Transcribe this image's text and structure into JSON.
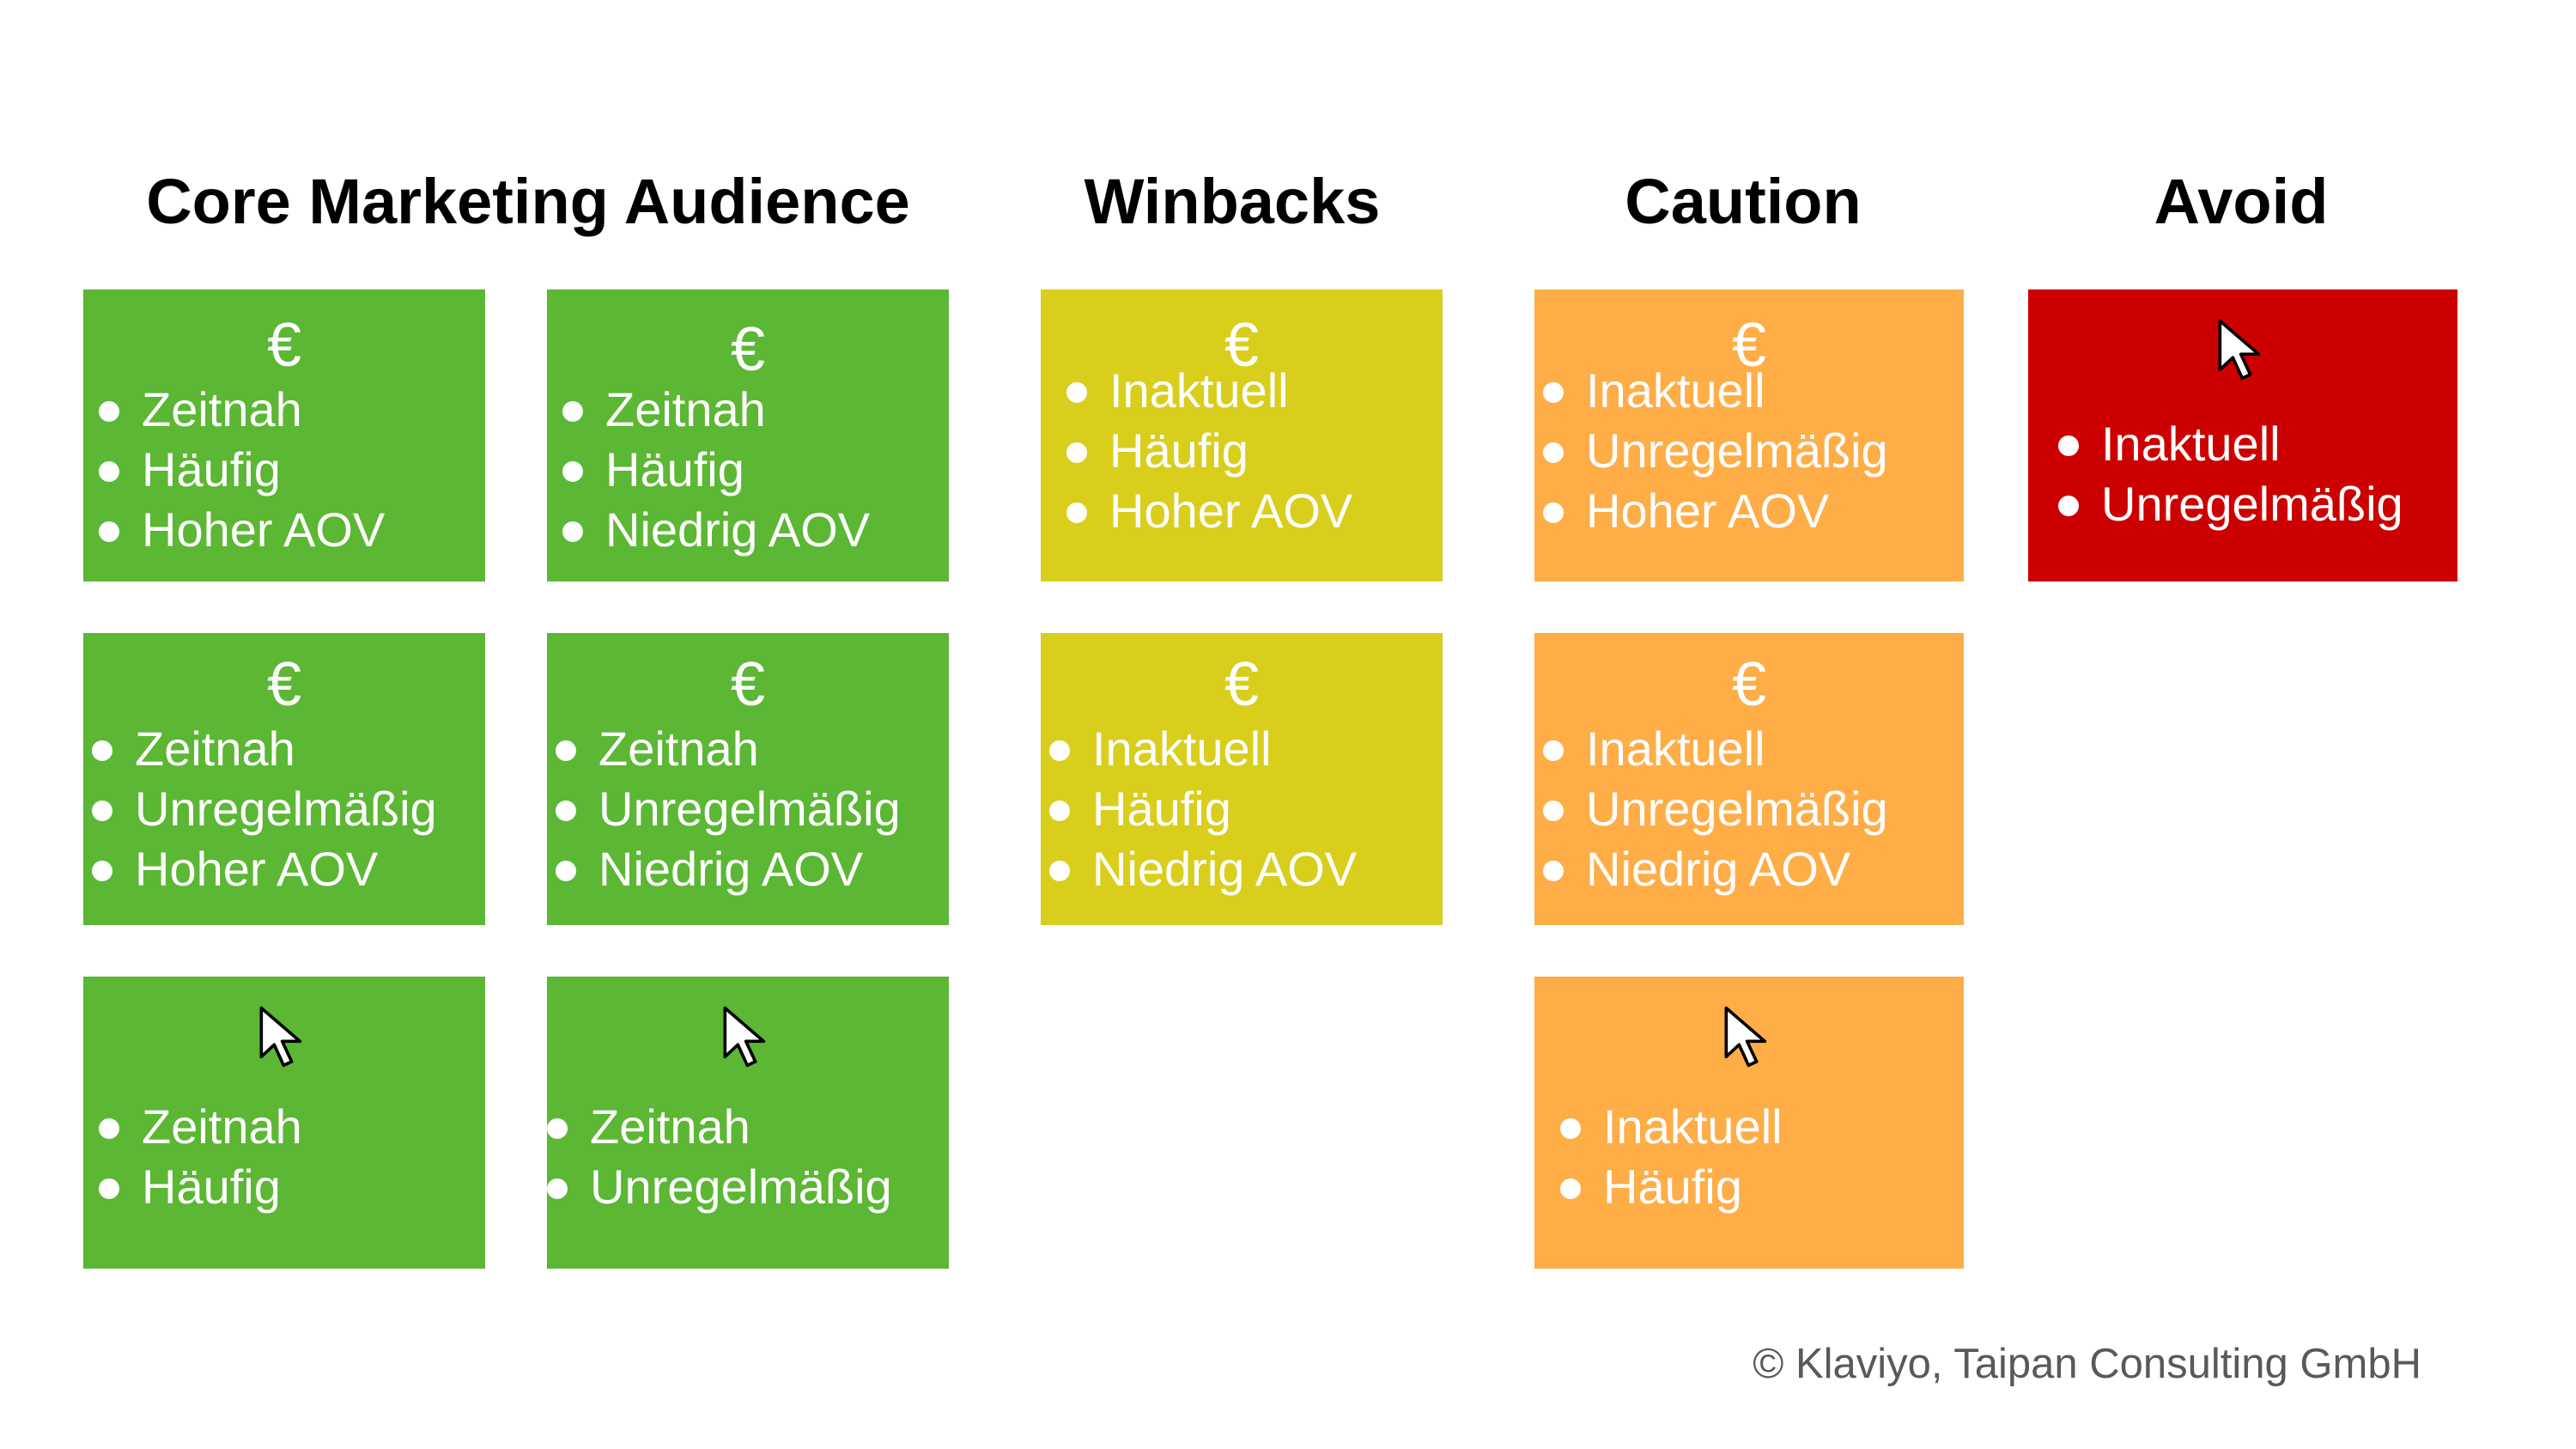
{
  "columns": [
    {
      "title": "Core Marketing Audience",
      "color": "#5bb734"
    },
    {
      "title": "Winbacks",
      "color": "#d9ce1c"
    },
    {
      "title": "Caution",
      "color": "#ffad47"
    },
    {
      "title": "Avoid",
      "color": "#cc0000"
    }
  ],
  "cards": [
    {
      "icon": "euro-icon",
      "symbol": "€",
      "items": [
        "Zeitnah",
        "Häufig",
        "Hoher AOV"
      ]
    },
    {
      "icon": "euro-icon",
      "symbol": "€",
      "items": [
        "Zeitnah",
        "Häufig",
        "Niedrig AOV"
      ]
    },
    {
      "icon": "euro-icon",
      "symbol": "€",
      "items": [
        "Zeitnah",
        "Unregelmäßig",
        "Hoher AOV"
      ]
    },
    {
      "icon": "euro-icon",
      "symbol": "€",
      "items": [
        "Zeitnah",
        "Unregelmäßig",
        "Niedrig AOV"
      ]
    },
    {
      "icon": "cursor-arrow-icon",
      "items": [
        "Zeitnah",
        "Häufig"
      ]
    },
    {
      "icon": "cursor-arrow-icon",
      "items": [
        "Zeitnah",
        "Unregelmäßig"
      ]
    },
    {
      "icon": "euro-icon",
      "symbol": "€",
      "items": [
        "Inaktuell",
        "Häufig",
        "Hoher AOV"
      ]
    },
    {
      "icon": "euro-icon",
      "symbol": "€",
      "items": [
        "Inaktuell",
        "Häufig",
        "Niedrig AOV"
      ]
    },
    {
      "icon": "euro-icon",
      "symbol": "€",
      "items": [
        "Inaktuell",
        "Unregelmäßig",
        "Hoher AOV"
      ]
    },
    {
      "icon": "euro-icon",
      "symbol": "€",
      "items": [
        "Inaktuell",
        "Unregelmäßig",
        "Niedrig AOV"
      ]
    },
    {
      "icon": "cursor-arrow-icon",
      "items": [
        "Inaktuell",
        "Häufig"
      ]
    },
    {
      "icon": "cursor-arrow-icon",
      "items": [
        "Inaktuell",
        "Unregelmäßig"
      ]
    }
  ],
  "footer": {
    "copyright": "© Klaviyo, Taipan Consulting GmbH"
  }
}
